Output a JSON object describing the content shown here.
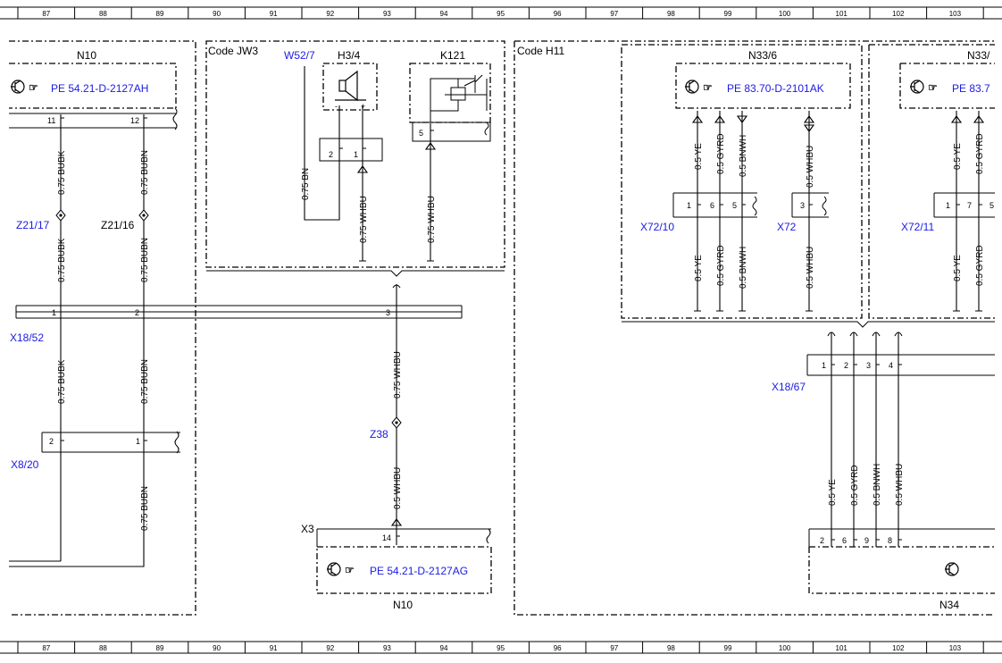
{
  "grid": {
    "columns": [
      "87",
      "88",
      "89",
      "90",
      "91",
      "92",
      "93",
      "94",
      "95",
      "96",
      "97",
      "98",
      "99",
      "100",
      "101",
      "102",
      "103"
    ]
  },
  "modules": {
    "n10_top": {
      "name": "N10",
      "page_ref": "PE 54.21-D-2127AH",
      "pins": [
        "11",
        "12"
      ]
    },
    "n10_bottom": {
      "name": "N10",
      "page_ref": "PE 54.21-D-2127AG",
      "pin": "14",
      "connector": "X3"
    },
    "n33_6": {
      "name": "N33/6",
      "page_ref": "PE 83.70-D-2101AK"
    },
    "n33_right": {
      "name": "N33/",
      "page_ref": "PE 83.7"
    },
    "n34": {
      "name": "N34",
      "pins": [
        "2",
        "6",
        "9",
        "8"
      ]
    }
  },
  "code_boxes": {
    "jw3": "Code JW3",
    "h11": "Code H11"
  },
  "components": {
    "w52_7": "W52/7",
    "h3_4": "H3/4",
    "k121": "K121",
    "h3_pins": [
      "2",
      "1"
    ],
    "h3_polarity": [
      "-",
      "+"
    ],
    "k121_pin": "5"
  },
  "connectors": {
    "z21_17": "Z21/17",
    "z21_16": "Z21/16",
    "x18_52": {
      "name": "X18/52",
      "pins": [
        "1",
        "2",
        "3"
      ]
    },
    "x8_20": {
      "name": "X8/20",
      "pins": [
        "2",
        "1"
      ]
    },
    "z38": "Z38",
    "x72_10": {
      "name": "X72/10",
      "pins": [
        "1",
        "6",
        "5"
      ]
    },
    "x72": {
      "name": "X72",
      "pin": "3"
    },
    "x72_11": {
      "name": "X72/11",
      "pins": [
        "1",
        "7",
        "5"
      ]
    },
    "x18_67": {
      "name": "X18/67",
      "pins": [
        "1",
        "2",
        "3",
        "4"
      ]
    }
  },
  "wires": {
    "bubk": "0.75 BUBK",
    "bubn": "0.75 BUBN",
    "bn": "0.75 BN",
    "whbu075": "0.75 WHBU",
    "whbu05": "0.5 WHBU",
    "ye": "0.5 YE",
    "gyrd": "0.5 GYRD",
    "bnwh": "0.5 BNWH"
  }
}
